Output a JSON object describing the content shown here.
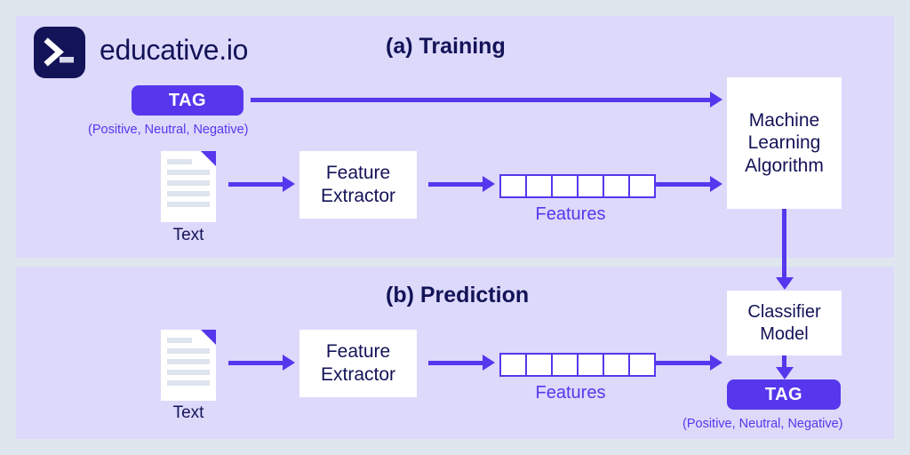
{
  "brand": {
    "logo_icon": "terminal-prompt-icon",
    "name": "educative.io",
    "logo_color": "#131358"
  },
  "colors": {
    "page_background": "#dfe6ee",
    "panel_background": "#ddd9fb",
    "accent_purple": "#5637ed",
    "dark_navy": "#131358",
    "box_fill": "#ffffff",
    "doc_line": "#dde4ed"
  },
  "sections": [
    {
      "id": "training",
      "title": "(a) Training",
      "tag": {
        "label": "TAG",
        "caption": "(Positive, Neutral, Negative)"
      },
      "document": {
        "label": "Text",
        "line_count": 5
      },
      "feature_extractor": {
        "line1": "Feature",
        "line2": "Extractor"
      },
      "features": {
        "label": "Features",
        "cells": 6
      },
      "model": {
        "line1": "Machine",
        "line2": "Learning",
        "line3": "Algorithm"
      }
    },
    {
      "id": "prediction",
      "title": "(b) Prediction",
      "document": {
        "label": "Text",
        "line_count": 5
      },
      "feature_extractor": {
        "line1": "Feature",
        "line2": "Extractor"
      },
      "features": {
        "label": "Features",
        "cells": 6
      },
      "model": {
        "line1": "Classifier",
        "line2": "Model"
      },
      "tag": {
        "label": "TAG",
        "caption": "(Positive, Neutral, Negative)"
      }
    }
  ],
  "flow": {
    "arrows": [
      "tag-to-machine-learning-algorithm",
      "text-to-feature-extractor-training",
      "feature-extractor-to-features-training",
      "features-to-machine-learning-algorithm",
      "machine-learning-algorithm-to-classifier-model",
      "text-to-feature-extractor-prediction",
      "feature-extractor-to-features-prediction",
      "features-to-classifier-model",
      "classifier-model-to-tag"
    ]
  }
}
